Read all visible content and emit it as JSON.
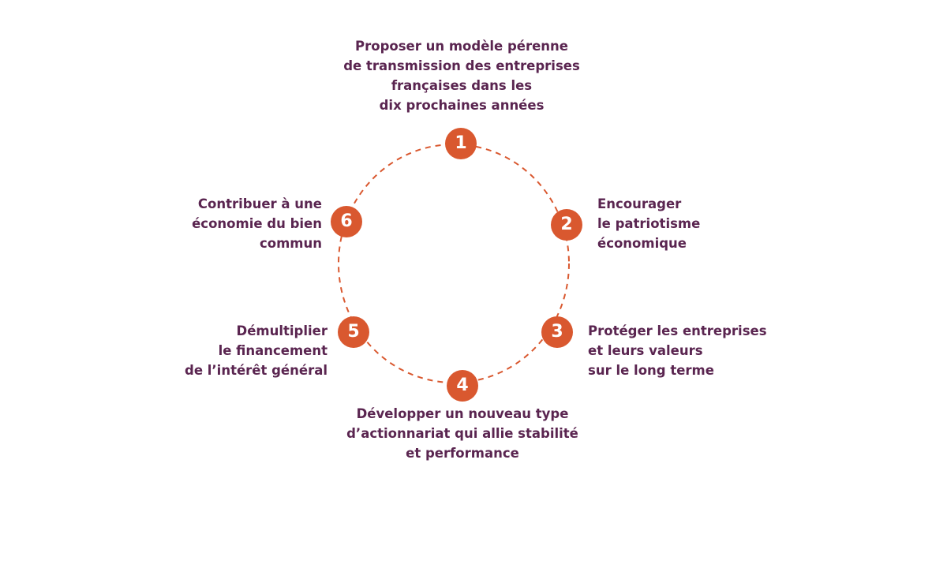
{
  "colors": {
    "accent": "#d9582f",
    "text": "#5a2550",
    "badge_text": "#ffffff",
    "background": "#ffffff"
  },
  "steps": [
    {
      "number": "1",
      "lines": [
        "Proposer un modèle pérenne",
        "de transmission des entreprises",
        "françaises dans les",
        "dix prochaines années"
      ]
    },
    {
      "number": "2",
      "lines": [
        "Encourager",
        "le patriotisme",
        "économique"
      ]
    },
    {
      "number": "3",
      "lines": [
        "Protéger les entreprises",
        "et leurs valeurs",
        "sur le long terme"
      ]
    },
    {
      "number": "4",
      "lines": [
        "Développer un nouveau type",
        "d’actionnariat qui allie stabilité",
        "et performance"
      ]
    },
    {
      "number": "5",
      "lines": [
        "Démultiplier",
        "le financement",
        "de l’intérêt général"
      ]
    },
    {
      "number": "6",
      "lines": [
        "Contribuer à une",
        "économie du bien",
        "commun"
      ]
    }
  ]
}
